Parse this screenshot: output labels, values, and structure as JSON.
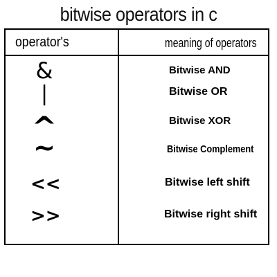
{
  "title": "bitwise operators in c",
  "table": {
    "headers": {
      "operator": "operator's",
      "meaning": "meaning of operators"
    },
    "rows": [
      {
        "operator": "&",
        "meaning": "Bitwise AND"
      },
      {
        "operator": "|",
        "meaning": "Bitwise OR"
      },
      {
        "operator": "^",
        "meaning": "Bitwise XOR"
      },
      {
        "operator": "~",
        "meaning": "Bitwise Complement"
      },
      {
        "operator": "<<",
        "meaning": "Bitwise left shift"
      },
      {
        "operator": ">>",
        "meaning": "Bitwise right shift"
      }
    ]
  }
}
